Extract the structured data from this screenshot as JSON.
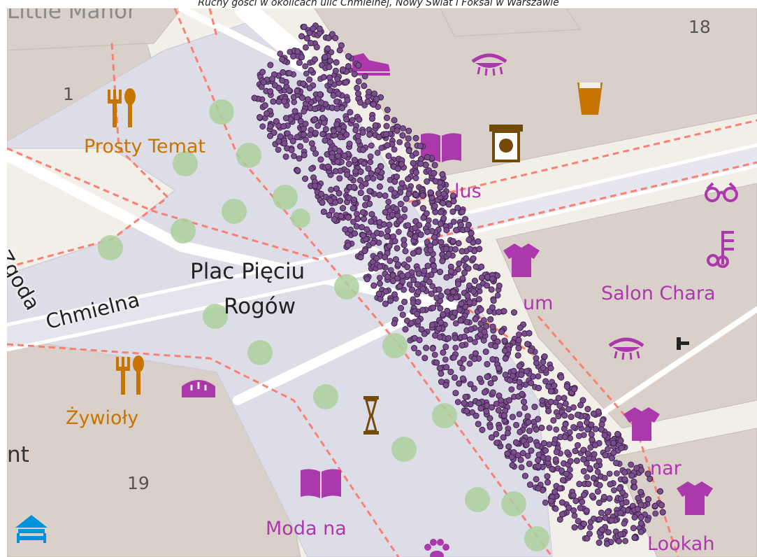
{
  "caption": "Ruchy gości w okolicach ulic Chmielnej, Nowy Świat i Foksal w Warszawie",
  "map": {
    "labels": {
      "little_manor": "Little Manor",
      "num_18": "18",
      "num_1": "1",
      "prosty_temat": "Prosty Temat",
      "zgoda": "Zgoda",
      "chmielna": "Chmielna",
      "plac_line1": "Plac Pięciu",
      "plac_line2": "Rogów",
      "lus": "lus",
      "um": "um",
      "salon": "Salon Chara",
      "zywioly": "Żywioły",
      "nt": "nt",
      "num_19": "19",
      "moda_line1": "Moda na",
      "nar": "nar",
      "lookah": "Lookah"
    },
    "icons": [
      "restaurant-icon",
      "restaurant-icon",
      "shoe-shop-icon",
      "beauty-salon-icon",
      "bar-icon",
      "books-icon",
      "atm-icon",
      "optician-icon",
      "hairdresser-icon",
      "clothes-shop-icon",
      "beauty-salon-icon",
      "bakery-icon",
      "monument-icon",
      "clothes-shop-icon",
      "books-icon",
      "clothes-shop-icon",
      "hotel-icon",
      "pet-shop-icon"
    ],
    "colors": {
      "background": "#f2efe9",
      "pedestrian_area": "#dddde8",
      "building": "#d9d0c9",
      "tree": "#add19e",
      "footway": "#fa8072",
      "point_fill": "#7a4d8c",
      "point_stroke": "#3a1f47"
    }
  }
}
